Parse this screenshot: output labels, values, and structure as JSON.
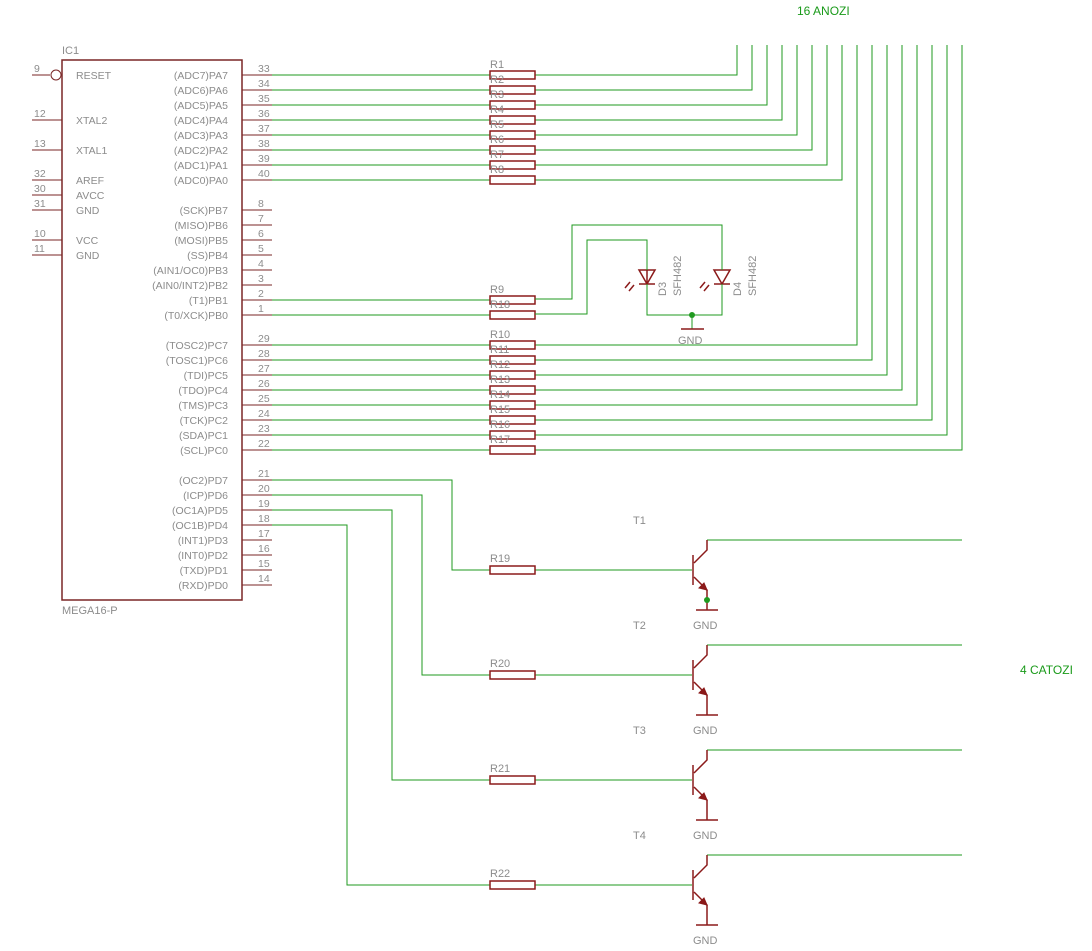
{
  "headers": {
    "anodes": "16 ANOZI",
    "cathodes": "4 CATOZI"
  },
  "ic": {
    "name": "IC1",
    "value": "MEGA16-P",
    "left_pins": [
      {
        "num": "9",
        "name": "RESET"
      },
      {
        "num": "12",
        "name": "XTAL2"
      },
      {
        "num": "13",
        "name": "XTAL1"
      },
      {
        "num": "32",
        "name": "AREF"
      },
      {
        "num": "30",
        "name": "AVCC"
      },
      {
        "num": "31",
        "name": "GND"
      },
      {
        "num": "10",
        "name": "VCC"
      },
      {
        "num": "11",
        "name": "GND"
      }
    ],
    "right_pins": [
      {
        "num": "33",
        "name": "(ADC7)PA7"
      },
      {
        "num": "34",
        "name": "(ADC6)PA6"
      },
      {
        "num": "35",
        "name": "(ADC5)PA5"
      },
      {
        "num": "36",
        "name": "(ADC4)PA4"
      },
      {
        "num": "37",
        "name": "(ADC3)PA3"
      },
      {
        "num": "38",
        "name": "(ADC2)PA2"
      },
      {
        "num": "39",
        "name": "(ADC1)PA1"
      },
      {
        "num": "40",
        "name": "(ADC0)PA0"
      },
      {
        "num": "8",
        "name": "(SCK)PB7"
      },
      {
        "num": "7",
        "name": "(MISO)PB6"
      },
      {
        "num": "6",
        "name": "(MOSI)PB5"
      },
      {
        "num": "5",
        "name": "(SS)PB4"
      },
      {
        "num": "4",
        "name": "(AIN1/OC0)PB3"
      },
      {
        "num": "3",
        "name": "(AIN0/INT2)PB2"
      },
      {
        "num": "2",
        "name": "(T1)PB1"
      },
      {
        "num": "1",
        "name": "(T0/XCK)PB0"
      },
      {
        "num": "29",
        "name": "(TOSC2)PC7"
      },
      {
        "num": "28",
        "name": "(TOSC1)PC6"
      },
      {
        "num": "27",
        "name": "(TDI)PC5"
      },
      {
        "num": "26",
        "name": "(TDO)PC4"
      },
      {
        "num": "25",
        "name": "(TMS)PC3"
      },
      {
        "num": "24",
        "name": "(TCK)PC2"
      },
      {
        "num": "23",
        "name": "(SDA)PC1"
      },
      {
        "num": "22",
        "name": "(SCL)PC0"
      },
      {
        "num": "21",
        "name": "(OC2)PD7"
      },
      {
        "num": "20",
        "name": "(ICP)PD6"
      },
      {
        "num": "19",
        "name": "(OC1A)PD5"
      },
      {
        "num": "18",
        "name": "(OC1B)PD4"
      },
      {
        "num": "17",
        "name": "(INT1)PD3"
      },
      {
        "num": "16",
        "name": "(INT0)PD2"
      },
      {
        "num": "15",
        "name": "(TXD)PD1"
      },
      {
        "num": "14",
        "name": "(RXD)PD0"
      }
    ]
  },
  "resistors": {
    "porta": [
      "R1",
      "R2",
      "R3",
      "R4",
      "R5",
      "R6",
      "R7",
      "R8"
    ],
    "portb": [
      "R9",
      "R18"
    ],
    "portc": [
      "R10",
      "R11",
      "R12",
      "R13",
      "R14",
      "R15",
      "R16",
      "R17"
    ],
    "portd": [
      "R19",
      "R20",
      "R21",
      "R22"
    ]
  },
  "diodes": [
    {
      "name": "D3",
      "value": "SFH482"
    },
    {
      "name": "D4",
      "value": "SFH482"
    }
  ],
  "transistors": [
    "T1",
    "T2",
    "T3",
    "T4"
  ],
  "gnd_label": "GND"
}
